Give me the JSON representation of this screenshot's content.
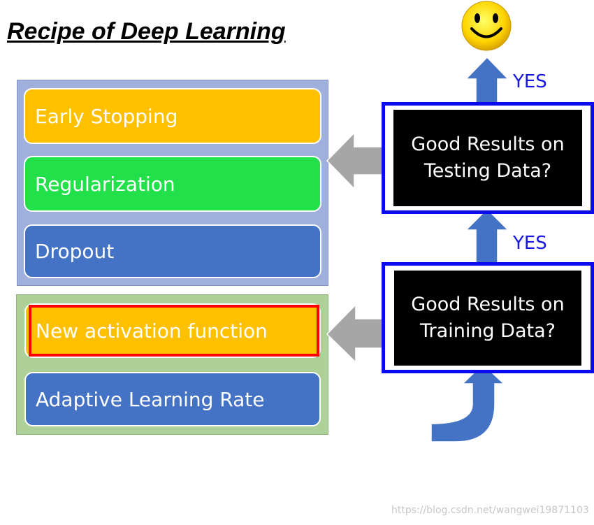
{
  "title": "Recipe of Deep Learning",
  "groups": {
    "testing_fixes": [
      {
        "label": "Early Stopping",
        "color": "#ffc000"
      },
      {
        "label": "Regularization",
        "color": "#22e04a"
      },
      {
        "label": "Dropout",
        "color": "#4472c4"
      }
    ],
    "training_fixes": [
      {
        "label": "New activation function",
        "color": "#ffc000",
        "highlighted": true
      },
      {
        "label": "Adaptive Learning Rate",
        "color": "#4472c4"
      }
    ]
  },
  "decisions": {
    "testing": {
      "line1": "Good Results on",
      "line2": "Testing Data?"
    },
    "training": {
      "line1": "Good Results on",
      "line2": "Training Data?"
    }
  },
  "yes_labels": {
    "top": "YES",
    "middle": "YES"
  },
  "icons": {
    "result": "smiley-face-icon"
  },
  "colors": {
    "decision_border": "#0a0aee",
    "highlight_border": "#ff0000",
    "arrow_gray": "#a6a6a6",
    "arrow_blue": "#4472c4"
  },
  "watermark": "https://blog.csdn.net/wangwei19871103"
}
